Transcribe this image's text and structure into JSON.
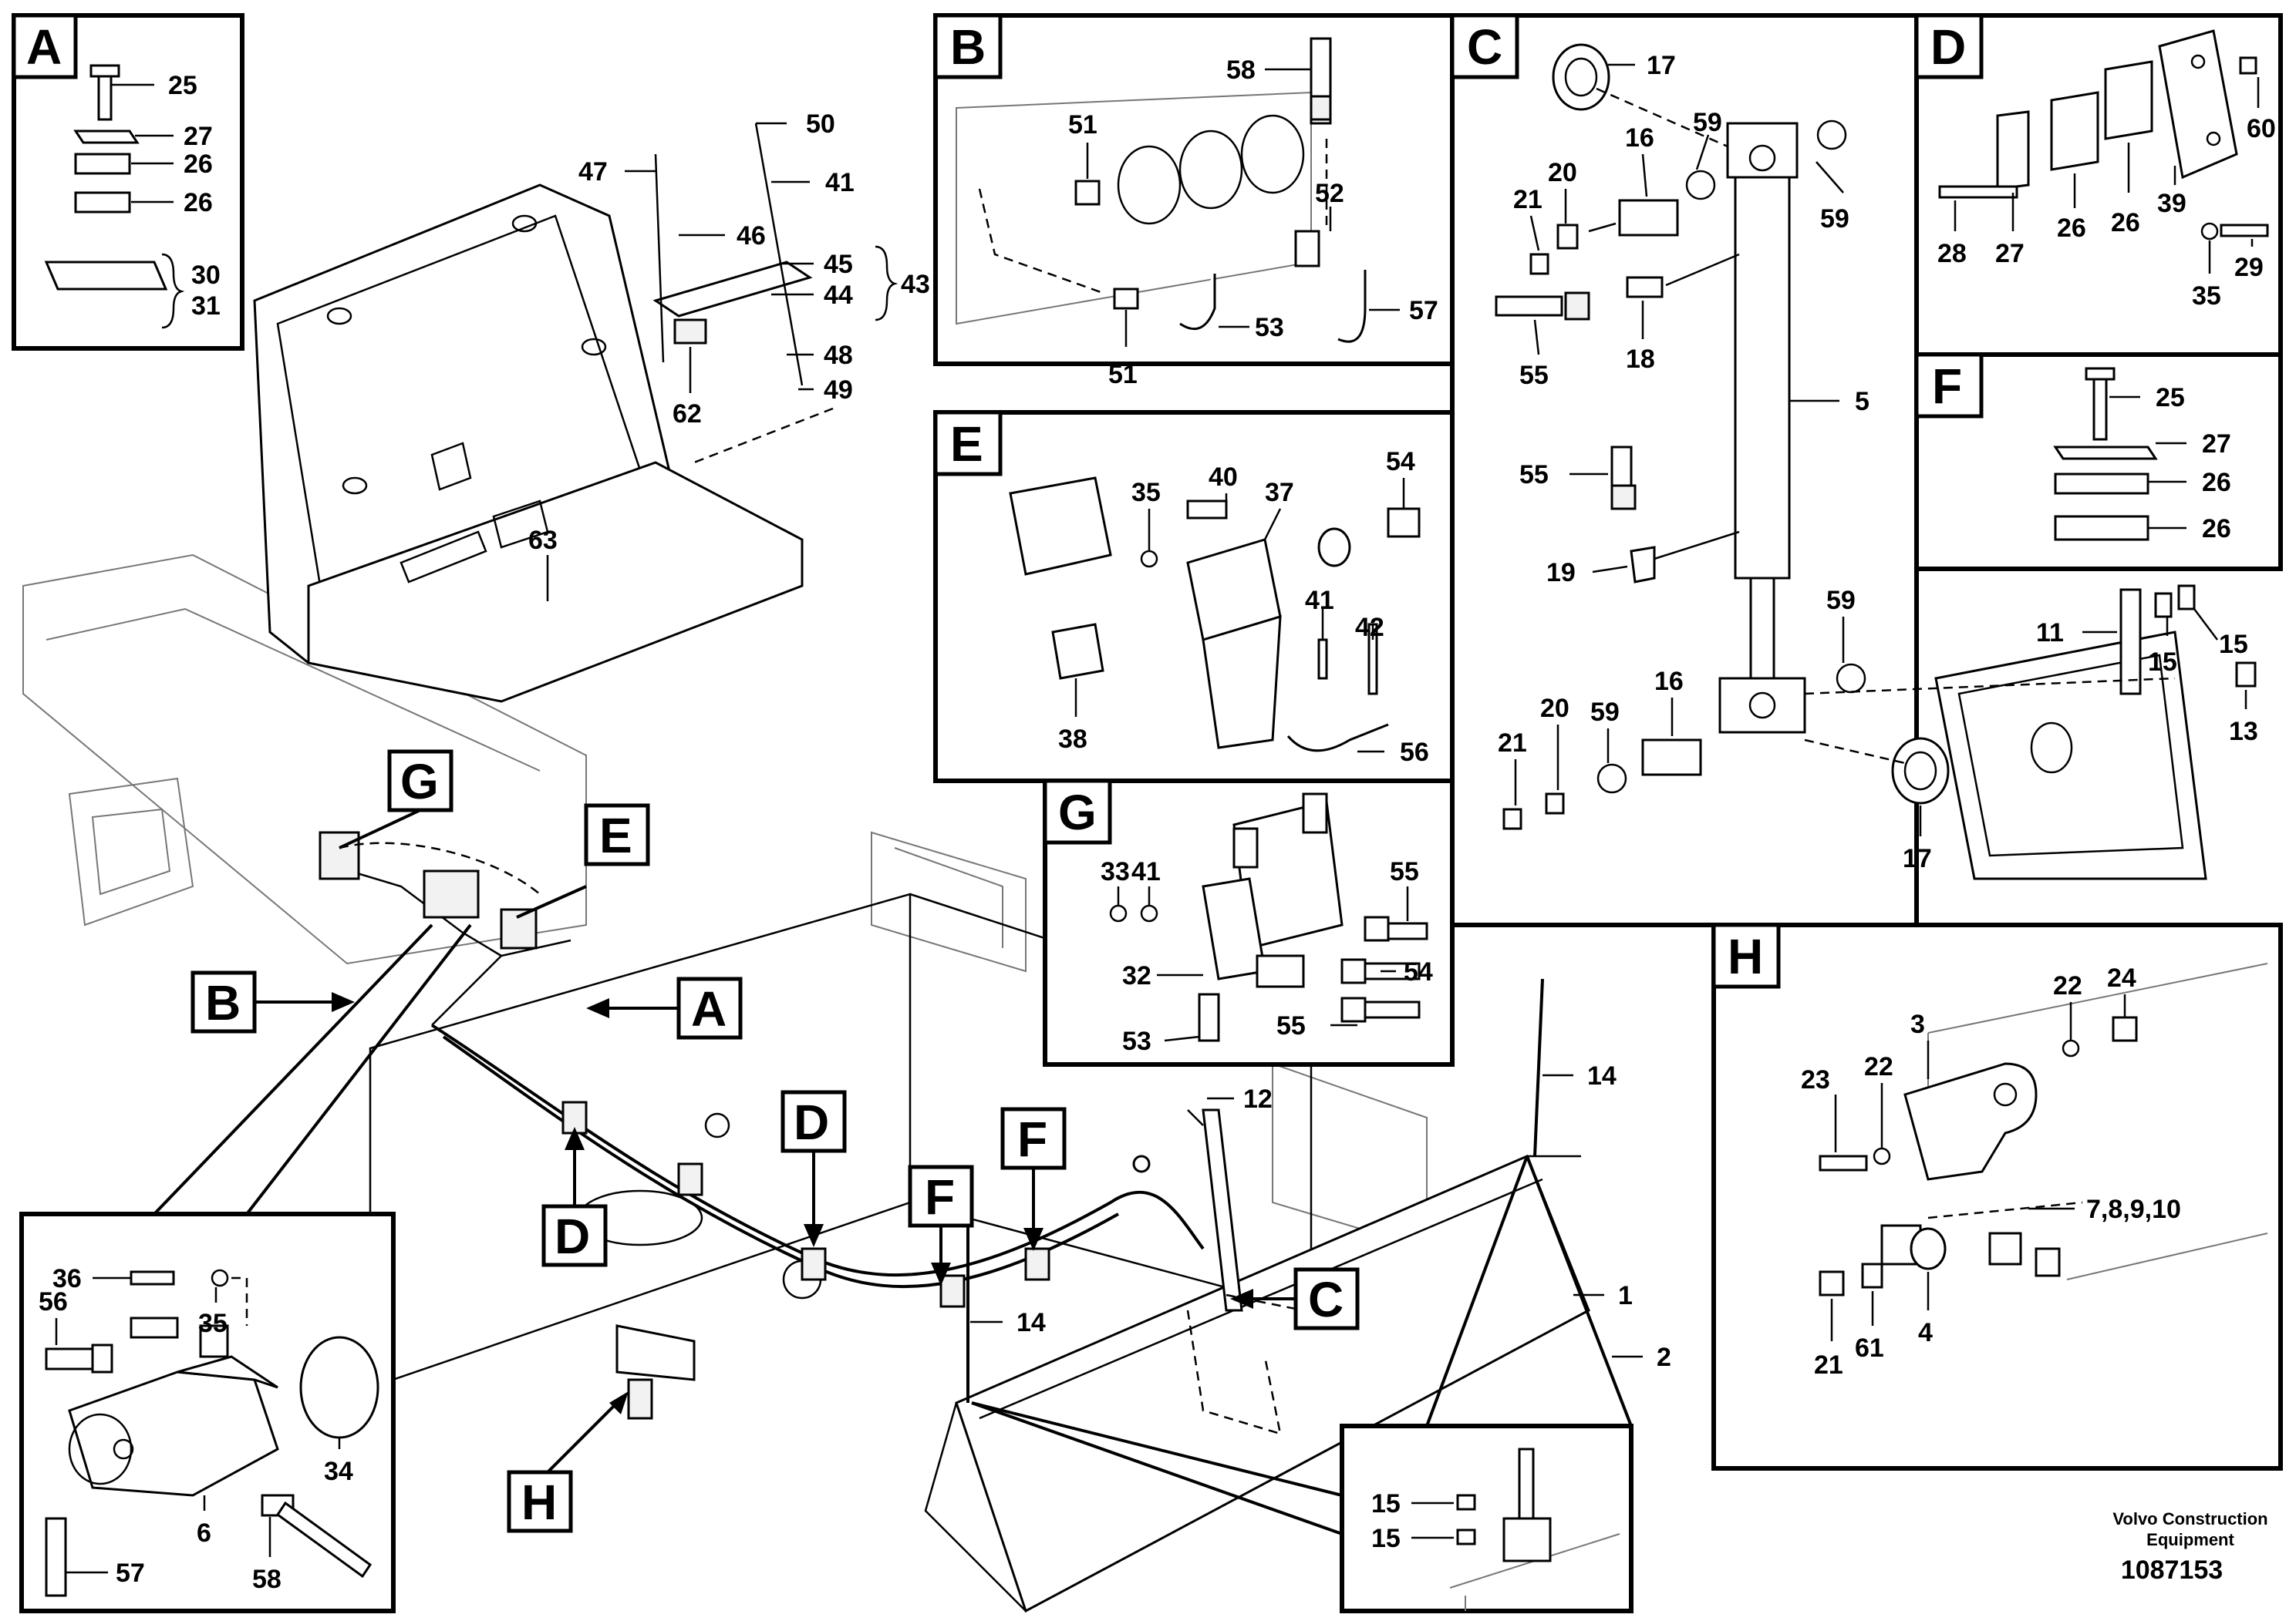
{
  "footer": {
    "line1": "Volvo Construction",
    "line2": "Equipment",
    "doc_number": "1087153"
  },
  "panels": {
    "A": {
      "letter": "A",
      "labels": [
        "25",
        "27",
        "26",
        "26",
        "30",
        "31"
      ]
    },
    "B": {
      "letter": "B",
      "labels": [
        "58",
        "51",
        "52",
        "51",
        "53",
        "57"
      ]
    },
    "C": {
      "letter": "C",
      "labels": [
        "17",
        "59",
        "16",
        "20",
        "21",
        "59",
        "55",
        "18",
        "5",
        "55",
        "19",
        "59",
        "16",
        "20",
        "21",
        "59",
        "17",
        "11",
        "15",
        "15",
        "13"
      ]
    },
    "D": {
      "letter": "D",
      "labels": [
        "60",
        "39",
        "26",
        "26",
        "27",
        "28",
        "29",
        "35"
      ]
    },
    "E": {
      "letter": "E",
      "labels": [
        "40",
        "35",
        "37",
        "54",
        "41",
        "42",
        "38",
        "56"
      ]
    },
    "F": {
      "letter": "F",
      "labels": [
        "25",
        "27",
        "26",
        "26"
      ]
    },
    "G": {
      "letter": "G",
      "labels": [
        "33",
        "41",
        "55",
        "32",
        "54",
        "53",
        "55"
      ]
    },
    "H": {
      "letter": "H",
      "labels": [
        "22",
        "24",
        "3",
        "22",
        "23",
        "7,8,9,10",
        "21",
        "61",
        "4"
      ]
    },
    "pump_inset": {
      "labels": [
        "36",
        "35",
        "56",
        "34",
        "6",
        "57",
        "58"
      ]
    },
    "blade_inset": {
      "labels": [
        "15",
        "15"
      ]
    }
  },
  "callouts": {
    "main": [
      "50",
      "47",
      "41",
      "46",
      "45",
      "44",
      "43",
      "48",
      "49",
      "62",
      "63",
      "12",
      "14",
      "14",
      "1",
      "2"
    ],
    "letters": [
      "A",
      "B",
      "C",
      "D",
      "D",
      "E",
      "F",
      "F",
      "G",
      "H"
    ]
  }
}
